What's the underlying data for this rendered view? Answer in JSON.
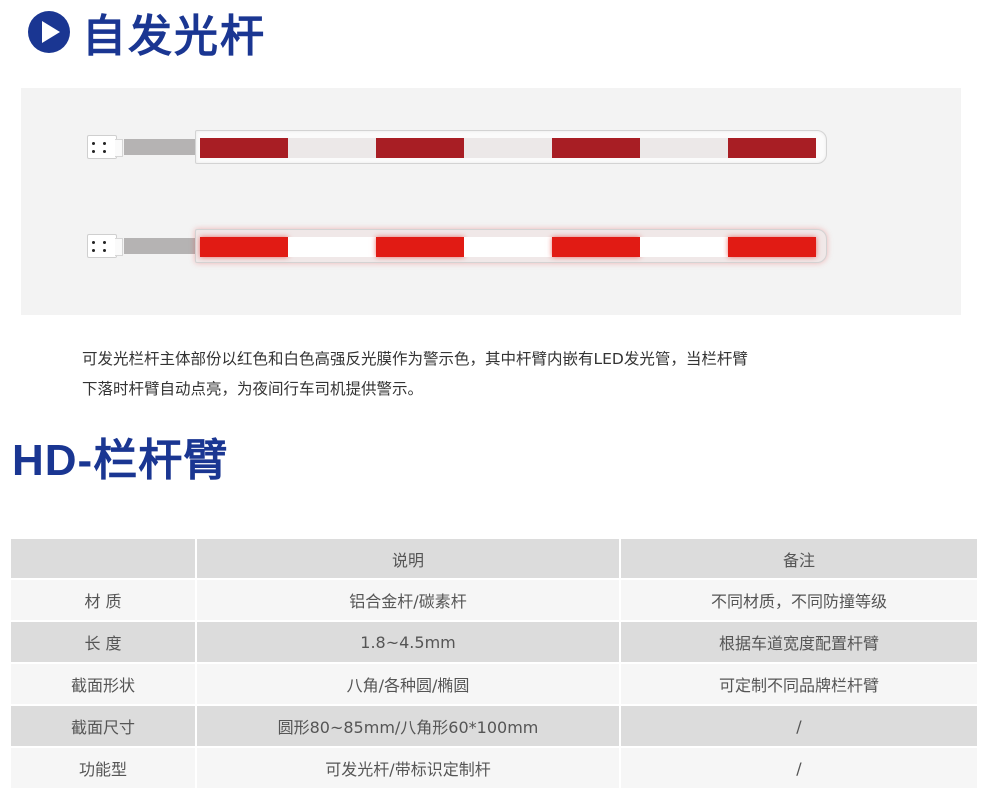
{
  "section1": {
    "icon": "arrow-circle-right-icon",
    "title": "自发光杆",
    "accent_color": "#1a3692"
  },
  "image_panel": {
    "bars": [
      {
        "state": "unlit",
        "red": "#a81e24",
        "white": "#ece8e8",
        "segments": [
          "red",
          "white",
          "red",
          "white",
          "red",
          "white",
          "red"
        ]
      },
      {
        "state": "lit",
        "red": "#e11b14",
        "white": "#ffffff",
        "segments": [
          "red",
          "white",
          "red",
          "white",
          "red",
          "white",
          "red"
        ]
      }
    ]
  },
  "description": {
    "line1": "可发光栏杆主体部份以红色和白色高强反光膜作为警示色，其中杆臂内嵌有LED发光管，当栏杆臂",
    "line2": "下落时杆臂自动点亮，为夜间行车司机提供警示。"
  },
  "section2": {
    "title": "HD-栏杆臂"
  },
  "table": {
    "headers": [
      "",
      "说明",
      "备注"
    ],
    "rows": [
      [
        "材 质",
        "铝合金杆/碳素杆",
        "不同材质，不同防撞等级"
      ],
      [
        "长 度",
        "1.8~4.5mm",
        "根据车道宽度配置杆臂"
      ],
      [
        "截面形状",
        "八角/各种圆/椭圆",
        "可定制不同品牌栏杆臂"
      ],
      [
        "截面尺寸",
        "圆形80~85mm/八角形60*100mm",
        "/"
      ],
      [
        "功能型",
        "可发光杆/带标识定制杆",
        "/"
      ]
    ]
  }
}
